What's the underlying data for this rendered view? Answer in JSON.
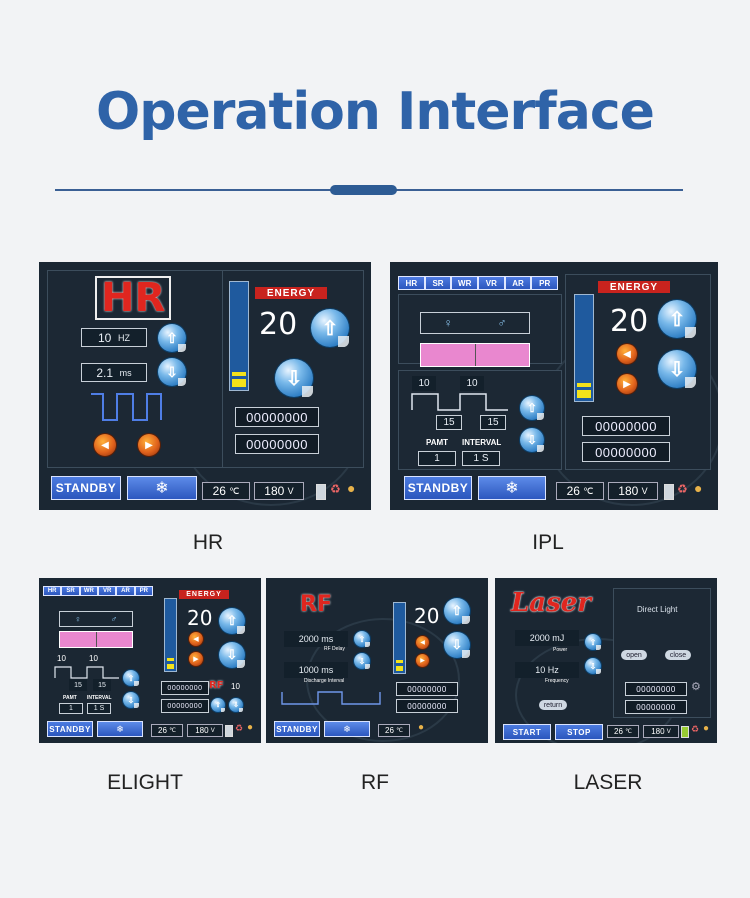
{
  "title": "Operation Interface",
  "captions": {
    "hr": "HR",
    "ipl": "IPL",
    "elight": "ELIGHT",
    "rf": "RF",
    "laser": "LASER"
  },
  "common": {
    "energy_label": "ENERGY",
    "standby_label": "STANDBY",
    "counter_value": "00000000",
    "temp_value": "26",
    "temp_unit": "℃",
    "voltage_value": "180",
    "voltage_unit": "V",
    "tabs": [
      "HR",
      "SR",
      "WR",
      "VR",
      "AR",
      "PR"
    ],
    "snowflake_icon": "snowflake-icon"
  },
  "hr": {
    "logo": "HR",
    "freq_value": "10",
    "freq_unit": "HZ",
    "pulse_value": "2.1",
    "pulse_unit": "ms",
    "energy": "20"
  },
  "ipl": {
    "energy": "20",
    "pulse_left": "10",
    "pulse_right": "10",
    "delay_left": "15",
    "delay_right": "15",
    "pamt_label": "PAMT",
    "interval_label": "INTERVAL",
    "pamt_value": "1",
    "interval_value": "1 S"
  },
  "elight": {
    "energy": "20",
    "pulse_left": "10",
    "pulse_right": "10",
    "delay_left": "15",
    "delay_right": "15",
    "pamt_label": "PAMT",
    "interval_label": "INTERVAL",
    "pamt_value": "1",
    "interval_value": "1 S",
    "rf_logo": "RF",
    "rf_value": "10"
  },
  "rf": {
    "logo": "RF",
    "energy": "20",
    "rf_delay_value": "2000 ms",
    "rf_delay_label": "RF Delay",
    "discharge_value": "1000 ms",
    "discharge_label": "Discharge Interval"
  },
  "laser": {
    "logo": "Laser",
    "mode_label": "Direct Light",
    "power_value": "2000 mJ",
    "power_label": "Power",
    "freq_value": "10 Hz",
    "freq_label": "Frequency",
    "open_label": "open",
    "close_label": "close",
    "return_label": "return",
    "start_label": "START",
    "stop_label": "STOP"
  }
}
